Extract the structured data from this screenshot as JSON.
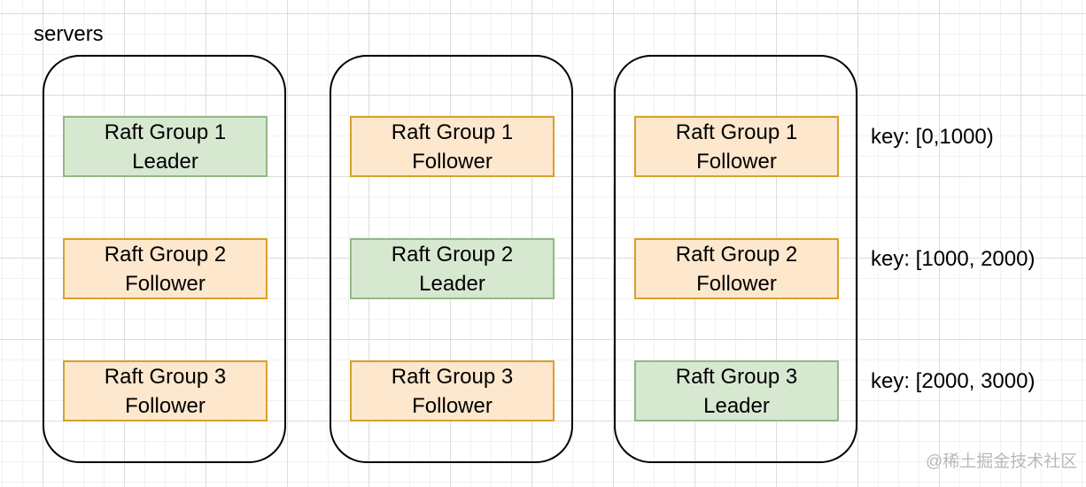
{
  "title": "servers",
  "colors": {
    "leader_fill": "#d7e8d1",
    "leader_border": "#93b884",
    "follower_fill": "#fde7cd",
    "follower_border": "#d8a128"
  },
  "servers": [
    {
      "groups": [
        {
          "name": "Raft Group 1",
          "role": "Leader"
        },
        {
          "name": "Raft Group 2",
          "role": "Follower"
        },
        {
          "name": "Raft Group 3",
          "role": "Follower"
        }
      ]
    },
    {
      "groups": [
        {
          "name": "Raft Group 1",
          "role": "Follower"
        },
        {
          "name": "Raft Group 2",
          "role": "Leader"
        },
        {
          "name": "Raft Group 3",
          "role": "Follower"
        }
      ]
    },
    {
      "groups": [
        {
          "name": "Raft Group 1",
          "role": "Follower"
        },
        {
          "name": "Raft Group 2",
          "role": "Follower"
        },
        {
          "name": "Raft Group 3",
          "role": "Leader"
        }
      ]
    }
  ],
  "key_ranges": [
    "key: [0,1000)",
    "key: [1000, 2000)",
    "key: [2000, 3000)"
  ],
  "watermark": "@稀土掘金技术社区"
}
